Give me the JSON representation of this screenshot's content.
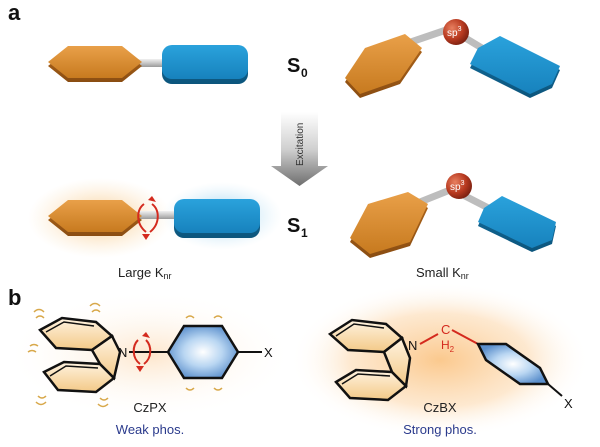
{
  "panels": {
    "a": "a",
    "b": "b"
  },
  "states": {
    "s0": "S",
    "s0_sub": "0",
    "s1": "S",
    "s1_sub": "1"
  },
  "arrow_label": "Excitation",
  "sp3": {
    "base": "sp",
    "sup": "3"
  },
  "knr": {
    "left_prefix": "Large K",
    "left_sub": "nr",
    "right_prefix": "Small K",
    "right_sub": "nr"
  },
  "molecules": {
    "left": {
      "name": "CzPX",
      "phos": "Weak phos.",
      "n_atom": "N",
      "x_atom": "X"
    },
    "right": {
      "name": "CzBX",
      "phos": "Strong phos.",
      "n_atom": "N",
      "x_atom": "X",
      "c_atom": "C",
      "h2_atom": "H",
      "h2_sub": "2"
    }
  },
  "colors": {
    "orange": "#d4852a",
    "blue": "#1f8fc9",
    "red": "#d42a1e",
    "navy": "#2a3a8c",
    "sphere": "#b83a20"
  }
}
